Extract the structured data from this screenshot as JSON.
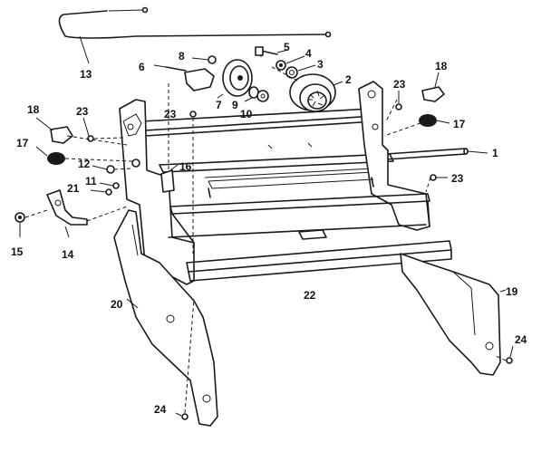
{
  "callouts": [
    {
      "id": "1",
      "text": "1"
    },
    {
      "id": "2",
      "text": "2"
    },
    {
      "id": "3",
      "text": "3"
    },
    {
      "id": "4",
      "text": "4"
    },
    {
      "id": "5",
      "text": "5"
    },
    {
      "id": "6",
      "text": "6"
    },
    {
      "id": "7",
      "text": "7"
    },
    {
      "id": "8",
      "text": "8"
    },
    {
      "id": "9",
      "text": "9"
    },
    {
      "id": "10",
      "text": "10"
    },
    {
      "id": "11",
      "text": "11"
    },
    {
      "id": "12",
      "text": "12"
    },
    {
      "id": "13",
      "text": "13"
    },
    {
      "id": "14",
      "text": "14"
    },
    {
      "id": "15",
      "text": "15"
    },
    {
      "id": "16",
      "text": "16"
    },
    {
      "id": "17a",
      "text": "17"
    },
    {
      "id": "17b",
      "text": "17"
    },
    {
      "id": "18a",
      "text": "18"
    },
    {
      "id": "18b",
      "text": "18"
    },
    {
      "id": "19",
      "text": "19"
    },
    {
      "id": "20",
      "text": "20"
    },
    {
      "id": "21",
      "text": "21"
    },
    {
      "id": "22",
      "text": "22"
    },
    {
      "id": "23a",
      "text": "23"
    },
    {
      "id": "23b",
      "text": "23"
    },
    {
      "id": "23c",
      "text": "23"
    },
    {
      "id": "23d",
      "text": "23"
    },
    {
      "id": "24a",
      "text": "24"
    },
    {
      "id": "24b",
      "text": "24"
    }
  ]
}
